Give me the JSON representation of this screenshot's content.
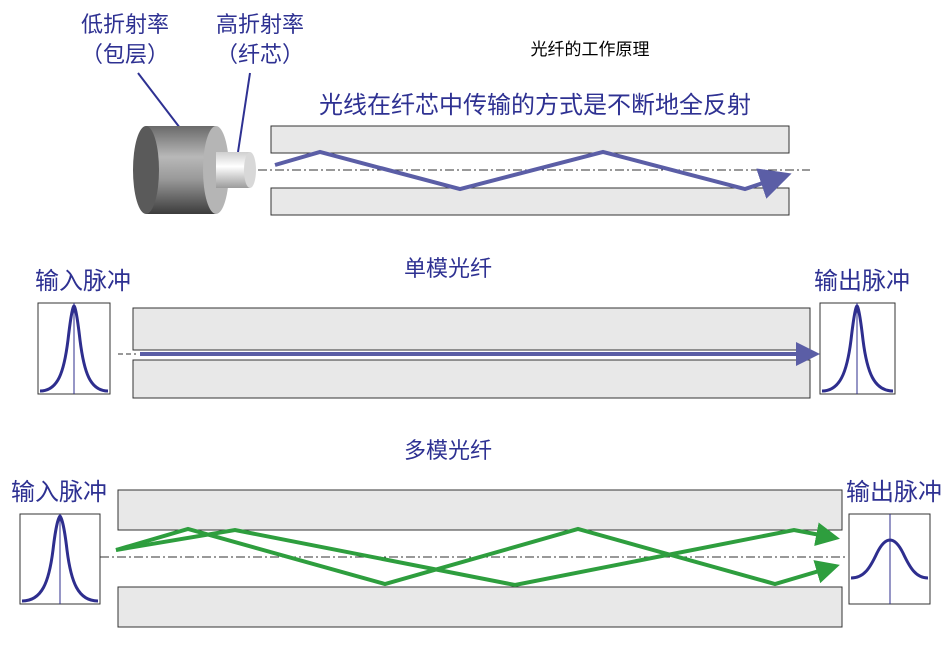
{
  "top": {
    "title": "光纤的工作原理",
    "cladding_label_line1": "低折射率",
    "cladding_label_line2": "（包层）",
    "core_label_line1": "高折射率",
    "core_label_line2": "（纤芯）",
    "caption": "光线在纤芯中传输的方式是不断地全反射"
  },
  "single_mode": {
    "title": "单模光纤",
    "input_label": "输入脉冲",
    "output_label": "输出脉冲"
  },
  "multi_mode": {
    "title": "多模光纤",
    "input_label": "输入脉冲",
    "output_label": "输出脉冲"
  },
  "colors": {
    "text_blue": "#2e3192",
    "ray_purple": "#5b5ea6",
    "ray_green": "#2e9e3e",
    "cladding_gray": "#e8e8e8",
    "pulse_navy": "#2e2e8e"
  }
}
